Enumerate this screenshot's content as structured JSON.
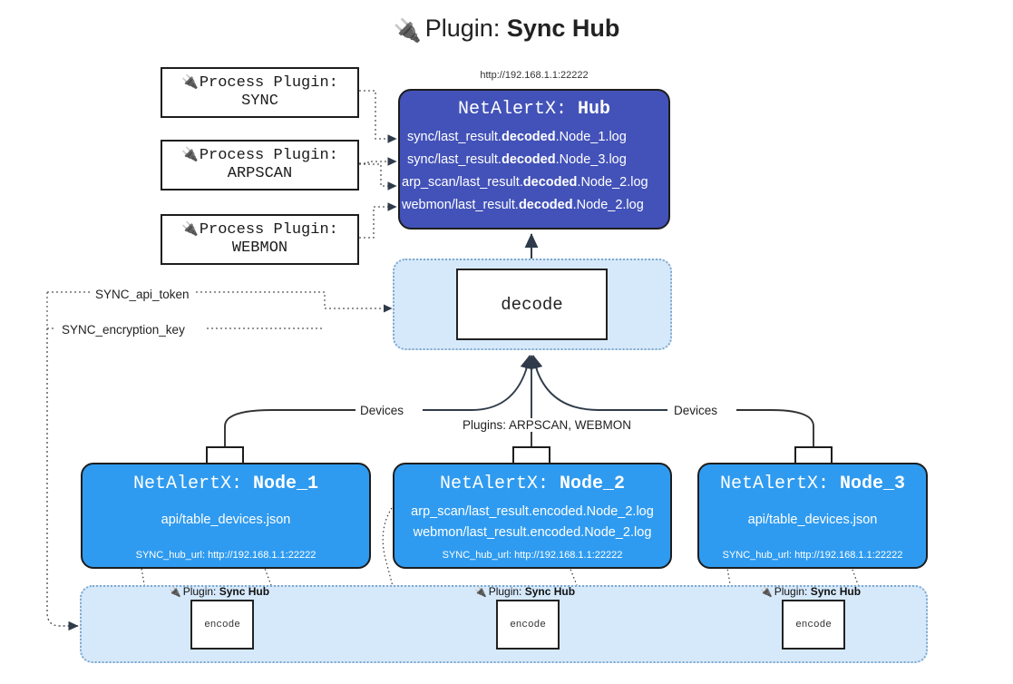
{
  "title": {
    "icon": "plug-icon",
    "prefix": "Plugin:",
    "name": "Sync Hub"
  },
  "hub": {
    "url": "http://192.168.1.1:22222",
    "header_prefix": "NetAlertX:",
    "header_name": "Hub",
    "rows": [
      {
        "pre": "sync/last_result.",
        "bold": "decoded",
        "post": ".Node_1.log"
      },
      {
        "pre": "sync/last_result.",
        "bold": "decoded",
        "post": ".Node_3.log"
      },
      {
        "pre": "arp_scan/last_result.",
        "bold": "decoded",
        "post": ".Node_2.log"
      },
      {
        "pre": "webmon/last_result.",
        "bold": "decoded",
        "post": ".Node_2.log"
      }
    ]
  },
  "process_plugins": [
    {
      "icon": "plug-icon",
      "line1": "Process Plugin:",
      "line2": "SYNC"
    },
    {
      "icon": "plug-icon",
      "line1": "Process Plugin:",
      "line2": "ARPSCAN"
    },
    {
      "icon": "plug-icon",
      "line1": "Process Plugin:",
      "line2": "WEBMON"
    }
  ],
  "decode": {
    "label": "decode"
  },
  "tokens": {
    "api_token": "SYNC_api_token",
    "encryption_key": "SYNC_encryption_key"
  },
  "edge_labels": {
    "devices_left": "Devices",
    "devices_right": "Devices",
    "plugins_center": "Plugins: ARPSCAN, WEBMON"
  },
  "nodes": [
    {
      "header_prefix": "NetAlertX:",
      "header_name": "Node_1",
      "lines": [
        "api/table_devices.json"
      ],
      "url_label": "SYNC_hub_url: http://192.168.1.1:22222",
      "envelope": "envelope-icon"
    },
    {
      "header_prefix": "NetAlertX:",
      "header_name": "Node_2",
      "lines": [
        "arp_scan/last_result.encoded.Node_2.log",
        "webmon/last_result.encoded.Node_2.log"
      ],
      "url_label": "SYNC_hub_url: http://192.168.1.1:22222",
      "envelope": "envelope-icon"
    },
    {
      "header_prefix": "NetAlertX:",
      "header_name": "Node_3",
      "lines": [
        "api/table_devices.json"
      ],
      "url_label": "SYNC_hub_url: http://192.168.1.1:22222",
      "envelope": "envelope-icon"
    }
  ],
  "bottom_strip": {
    "plugins": [
      {
        "icon": "plug-icon",
        "prefix": "Plugin:",
        "name": "Sync Hub",
        "box_label": "encode"
      },
      {
        "icon": "plug-icon",
        "prefix": "Plugin:",
        "name": "Sync Hub",
        "box_label": "encode"
      },
      {
        "icon": "plug-icon",
        "prefix": "Plugin:",
        "name": "Sync Hub",
        "box_label": "encode"
      }
    ]
  },
  "colors": {
    "hub_fill": "#4352b8",
    "node_fill": "#2f9bf0",
    "container_fill": "#d6e9fb",
    "container_border": "#7fa8cc",
    "stroke": "#1d1d1d",
    "background": "#ffffff"
  }
}
